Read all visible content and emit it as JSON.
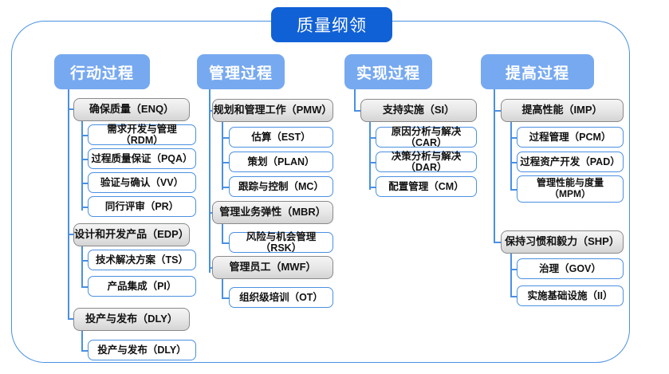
{
  "diagram": {
    "title": "质量纲领",
    "frame_color": "#4a90e2",
    "title_color": "#1161d6",
    "header_color": "#77a9f0",
    "category_border_color": "#8a8a8a",
    "subitem_border_color": "#4a90e2",
    "columns": [
      {
        "header": "行动过程",
        "groups": [
          {
            "category": "确保质量（ENQ）",
            "items": [
              "需求开发与管理（RDM）",
              "过程质量保证（PQA）",
              "验证与确认（VV）",
              "同行评审（PR）"
            ]
          },
          {
            "category": "设计和开发产品（EDP）",
            "items": [
              "技术解决方案（TS）",
              "产品集成（PI）"
            ]
          },
          {
            "category": "投产与发布（DLY）",
            "items": [
              "投产与发布（DLY）"
            ]
          }
        ]
      },
      {
        "header": "管理过程",
        "groups": [
          {
            "category": "规划和管理工作（PMW）",
            "items": [
              "估算（EST）",
              "策划（PLAN）",
              "跟踪与控制（MC）"
            ]
          },
          {
            "category": "管理业务弹性（MBR）",
            "items": [
              "风险与机会管理（RSK）"
            ]
          },
          {
            "category": "管理员工（MWF）",
            "items": [
              "组织级培训（OT）"
            ]
          }
        ]
      },
      {
        "header": "实现过程",
        "groups": [
          {
            "category": "支持实施（SI）",
            "items": [
              "原因分析与解决（CAR）",
              "决策分析与解决（DAR）",
              "配置管理（CM）"
            ]
          }
        ]
      },
      {
        "header": "提高过程",
        "groups": [
          {
            "category": "提高性能（IMP）",
            "items": [
              "过程管理（PCM）",
              "过程资产开发（PAD）",
              "管理性能与度量\n（MPM）"
            ]
          },
          {
            "category": "保持习惯和毅力（SHP）",
            "items": [
              "治理（GOV）",
              "实施基础设施（II）"
            ]
          }
        ]
      }
    ]
  }
}
